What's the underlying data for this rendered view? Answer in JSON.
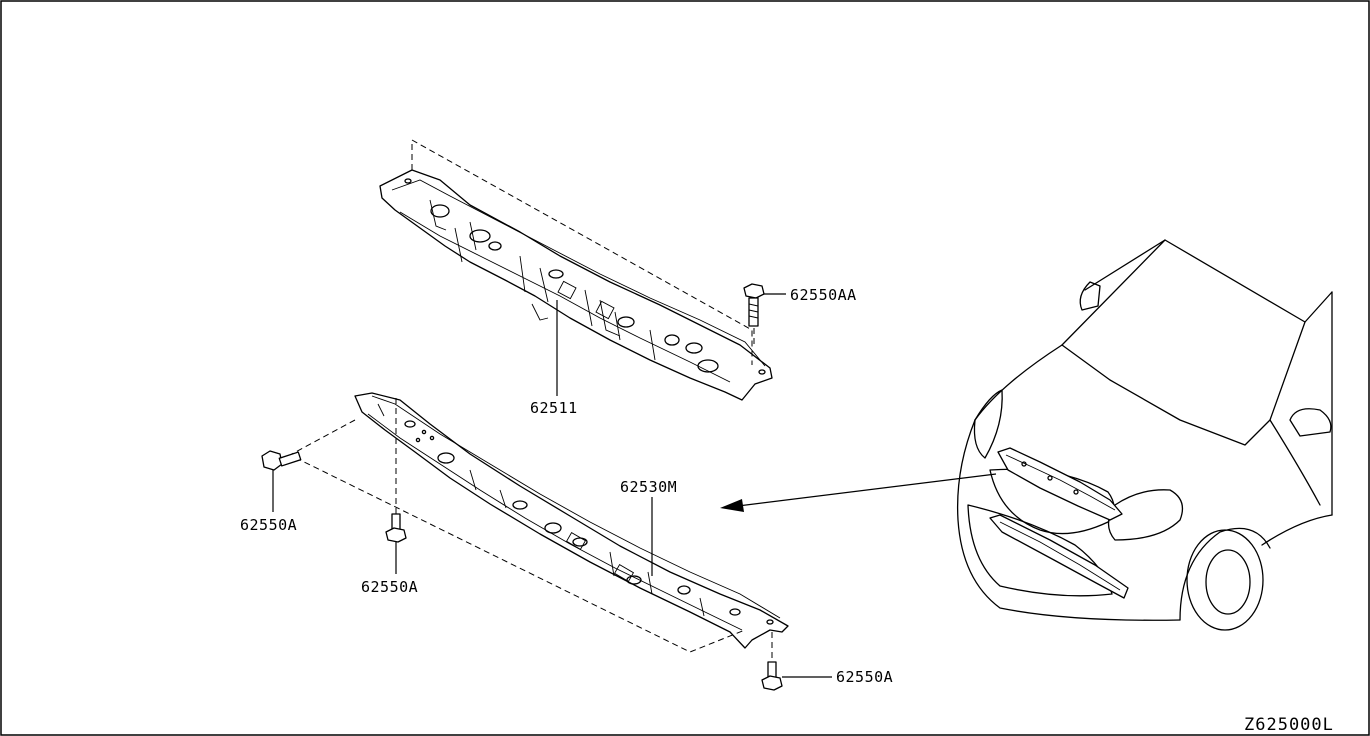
{
  "parts": {
    "upper_support": "62511",
    "lower_support": "62530M",
    "bolt_upper": "62550AA",
    "bolt_left": "62550A",
    "bolt_center": "62550A",
    "bolt_right": "62550A"
  },
  "ref_code": "Z625000L"
}
